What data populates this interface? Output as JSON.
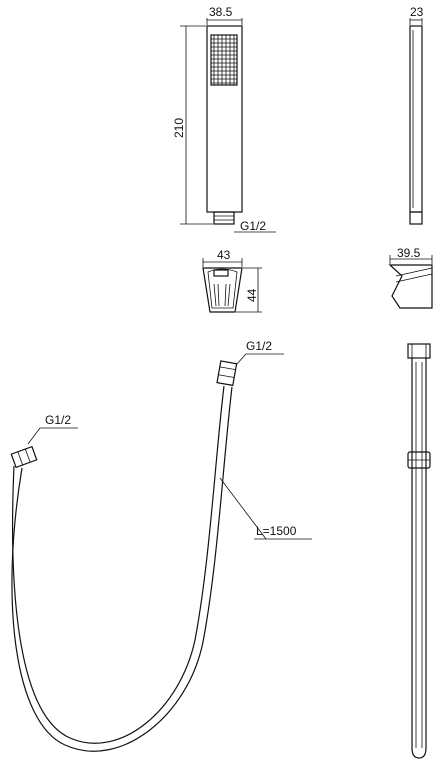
{
  "dimensions": {
    "handset_width": "38.5",
    "handset_height": "210",
    "handset_depth": "23",
    "handset_thread": "G1/2",
    "holder_width": "43",
    "holder_height": "44",
    "holder_side_width": "39.5",
    "hose_thread_top": "G1/2",
    "hose_thread_left": "G1/2",
    "hose_length": "L=1500"
  }
}
